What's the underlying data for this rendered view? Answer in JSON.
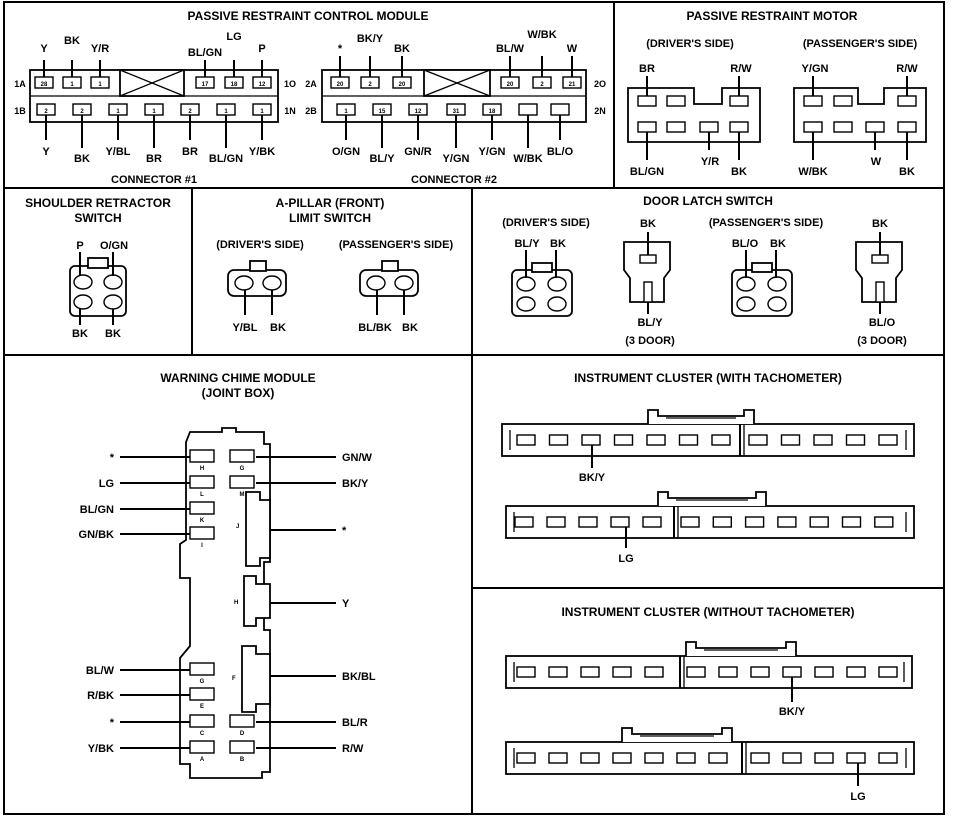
{
  "pcm": {
    "title": "PASSIVE RESTRAINT CONTROL MODULE",
    "c1": {
      "name": "CONNECTOR #1",
      "top_labels": [
        "Y",
        "BK",
        "Y/R",
        "BL/GN",
        "LG",
        "P"
      ],
      "bottom_labels": [
        "Y",
        "BK",
        "Y/BL",
        "BR",
        "BR",
        "BL/GN",
        "Y/BK"
      ],
      "row_a_left": "1A",
      "row_a_right": "1O",
      "row_b_left": "1B",
      "row_b_right": "1N",
      "top_pins": [
        "28",
        "1",
        "1",
        "17",
        "18",
        "12"
      ],
      "bottom_pins": [
        "2",
        "2",
        "1",
        "1",
        "2",
        "1",
        "1"
      ]
    },
    "c2": {
      "name": "CONNECTOR #2",
      "top_labels": [
        "*",
        "BK/Y",
        "BK",
        "BL/W",
        "W/BK",
        "W"
      ],
      "bottom_labels": [
        "O/GN",
        "BL/Y",
        "GN/R",
        "Y/GN",
        "Y/GN",
        "W/BK",
        "BL/O"
      ],
      "row_a_left": "2A",
      "row_a_right": "2O",
      "row_b_left": "2B",
      "row_b_right": "2N",
      "top_pins": [
        "20",
        "2",
        "20",
        "20",
        "2",
        "21"
      ],
      "bottom_pins": [
        "1",
        "15",
        "12",
        "31",
        "18",
        "",
        ""
      ]
    }
  },
  "prm": {
    "title": "PASSIVE RESTRAINT MOTOR",
    "driver": {
      "side": "(DRIVER'S SIDE)",
      "top_left": "BR",
      "top_right": "R/W",
      "bottom_left": "BL/GN",
      "bottom_mid": "Y/R",
      "bottom_right": "BK"
    },
    "passenger": {
      "side": "(PASSENGER'S SIDE)",
      "top_left": "Y/GN",
      "top_right": "R/W",
      "bottom_left": "W/BK",
      "bottom_mid": "W",
      "bottom_right": "BK"
    }
  },
  "shoulder": {
    "title1": "SHOULDER RETRACTOR",
    "title2": "SWITCH",
    "top_left": "P",
    "top_right": "O/GN",
    "bottom_left": "BK",
    "bottom_right": "BK"
  },
  "apillar": {
    "title1": "A-PILLAR (FRONT)",
    "title2": "LIMIT SWITCH",
    "driver": {
      "side": "(DRIVER'S SIDE)",
      "left": "Y/BL",
      "right": "BK"
    },
    "passenger": {
      "side": "(PASSENGER'S SIDE)",
      "left": "BL/BK",
      "right": "BK"
    }
  },
  "door": {
    "title": "DOOR LATCH SWITCH",
    "driver": {
      "side": "(DRIVER'S SIDE)",
      "left": "BL/Y",
      "right": "BK",
      "single_top": "BK",
      "single_bottom": "BL/Y",
      "note": "(3 DOOR)"
    },
    "passenger": {
      "side": "(PASSENGER'S SIDE)",
      "left": "BL/O",
      "right": "BK",
      "single_top": "BK",
      "single_bottom": "BL/O",
      "note": "(3 DOOR)"
    }
  },
  "chime": {
    "title1": "WARNING CHIME MODULE",
    "title2": "(JOINT BOX)",
    "left_labels": [
      "*",
      "LG",
      "BL/GN",
      "GN/BK",
      "BL/W",
      "R/BK",
      "*",
      "Y/BK"
    ],
    "right_labels": [
      "GN/W",
      "BK/Y",
      "*",
      "Y",
      "BK/BL",
      "BL/R",
      "R/W"
    ],
    "left_pins": [
      "H",
      "L",
      "K",
      "I",
      "G",
      "E",
      "C",
      "A"
    ],
    "right_pins": [
      "G",
      "M",
      "J",
      "H",
      "F",
      "D",
      "B"
    ]
  },
  "cluster_tach": {
    "title": "INSTRUMENT CLUSTER (WITH TACHOMETER)",
    "upper_label": "BK/Y",
    "lower_label": "LG"
  },
  "cluster_notach": {
    "title": "INSTRUMENT CLUSTER (WITHOUT TACHOMETER)",
    "upper_label": "BK/Y",
    "lower_label": "LG"
  }
}
